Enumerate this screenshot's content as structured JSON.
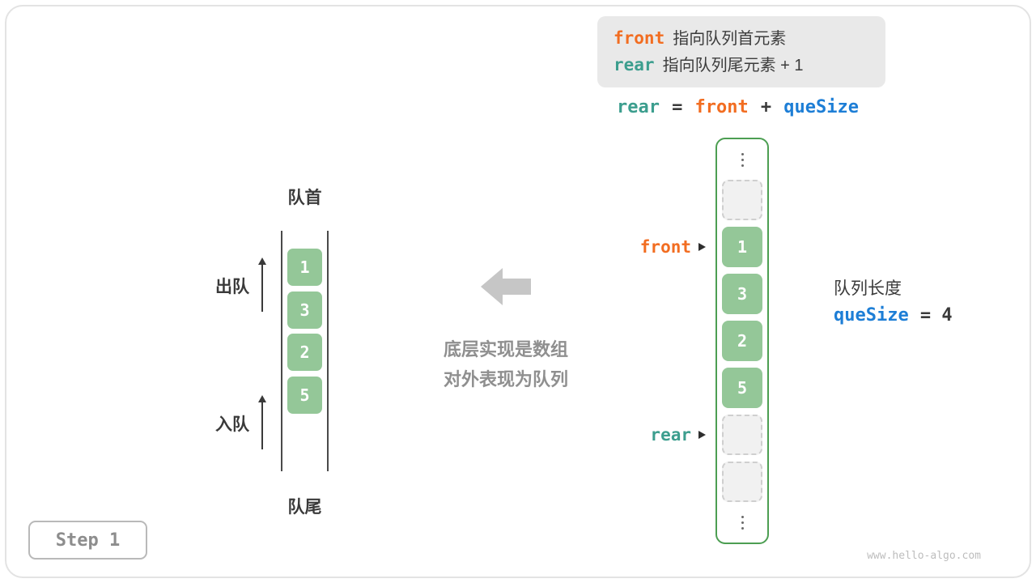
{
  "colors": {
    "front_orange": "#f26d21",
    "rear_teal": "#3c9e8e",
    "quesize_blue": "#1d7ed6",
    "cell_green": "#94c798",
    "array_border_green": "#4c9e52",
    "legend_bg": "#e9e9e9"
  },
  "legend": {
    "line1_keyword": "front",
    "line1_text": "指向队列首元素",
    "line2_keyword": "rear",
    "line2_text": "指向队列尾元素 + 1"
  },
  "equation": {
    "lhs": "rear",
    "equals": "=",
    "addend1": "front",
    "plus": "+",
    "addend2": "queSize"
  },
  "queue": {
    "head_label": "队首",
    "tail_label": "队尾",
    "dequeue_label": "出队",
    "enqueue_label": "入队",
    "values": [
      "1",
      "3",
      "2",
      "5"
    ]
  },
  "middle_caption": {
    "line1": "底层实现是数组",
    "line2": "对外表现为队列"
  },
  "array": {
    "front_label": "front",
    "rear_label": "rear",
    "cells": [
      {
        "value": "1"
      },
      {
        "value": "3"
      },
      {
        "value": "2"
      },
      {
        "value": "5"
      }
    ]
  },
  "side_info": {
    "length_label": "队列长度",
    "var_name": "queSize",
    "var_value": "= 4"
  },
  "footer": {
    "step_label": "Step 1",
    "watermark": "www.hello-algo.com"
  }
}
